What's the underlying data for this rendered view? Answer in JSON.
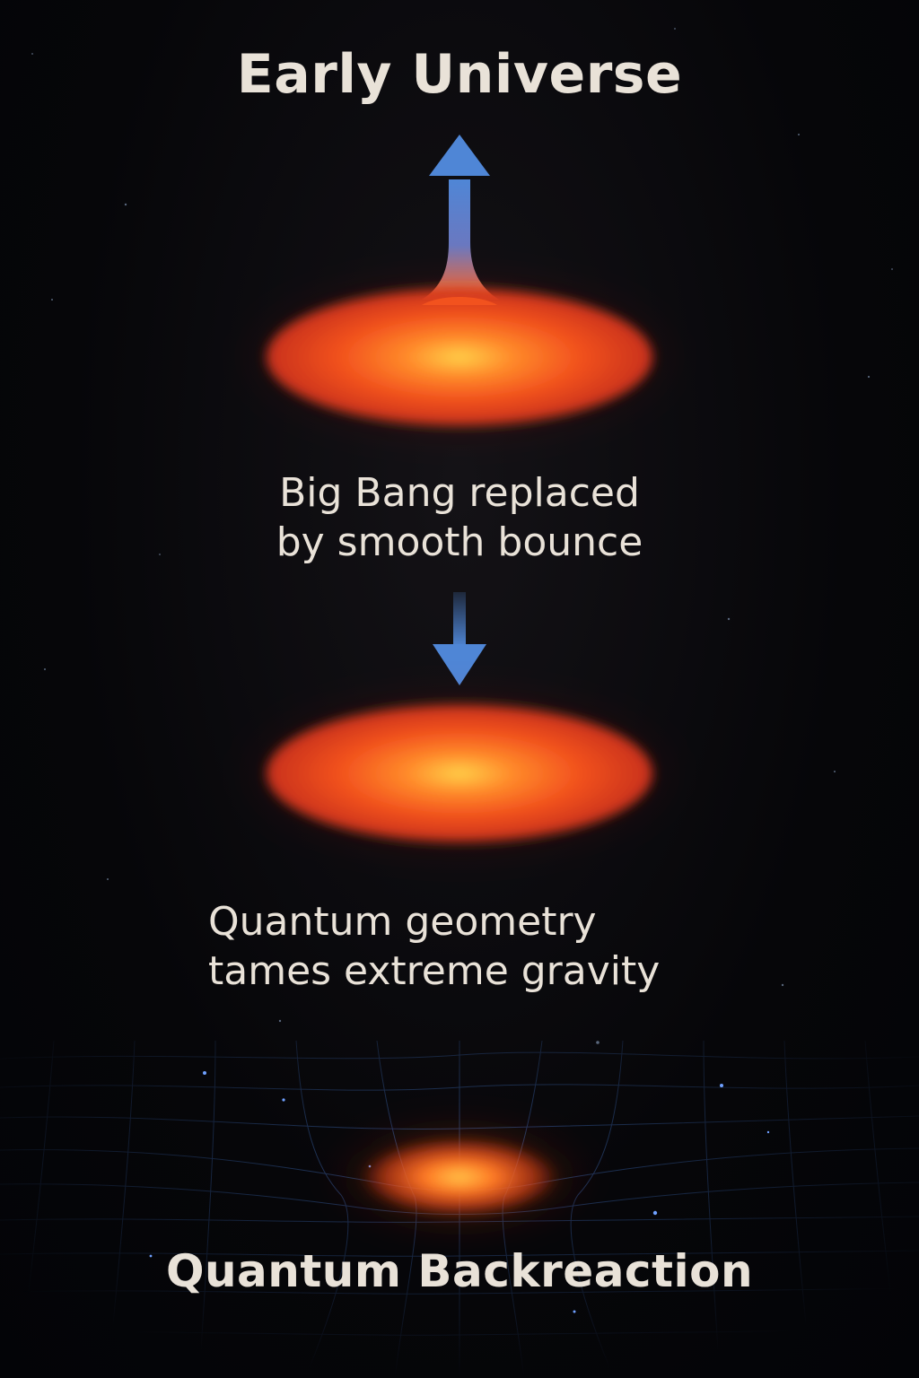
{
  "labels": {
    "top": "Early Universe",
    "bounce_line1": "Big Bang replaced",
    "bounce_line2": "by smooth bounce",
    "geometry_line1": "Quantum geometry",
    "geometry_line2": "tames extreme gravity",
    "bottom": "Quantum Backreaction"
  },
  "colors": {
    "background": "#050608",
    "text": "#e9e2d8",
    "arrow": "#4f86d6",
    "glow_core": "#ffd24a",
    "glow_mid": "#ff6a1f",
    "glow_edge": "#d8341c",
    "grid": "#3f6fbf"
  },
  "icons": {
    "up_arrow": "arrow-up-icon",
    "down_arrow": "arrow-down-icon"
  }
}
